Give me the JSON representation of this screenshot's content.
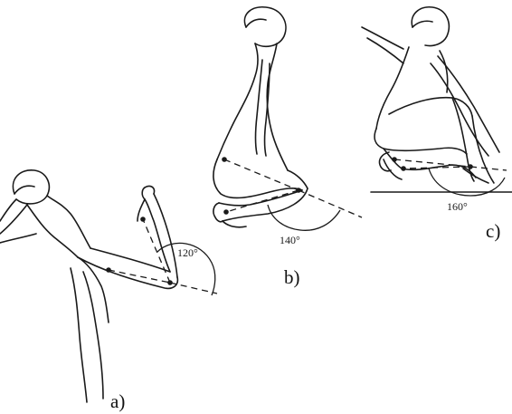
{
  "figure": {
    "panels": [
      {
        "id": "a",
        "label": "a)",
        "angles": [
          "120°"
        ]
      },
      {
        "id": "b",
        "label": "b)",
        "angles": [
          "140°"
        ]
      },
      {
        "id": "c",
        "label": "c)",
        "angles": [
          "160°"
        ]
      }
    ]
  }
}
